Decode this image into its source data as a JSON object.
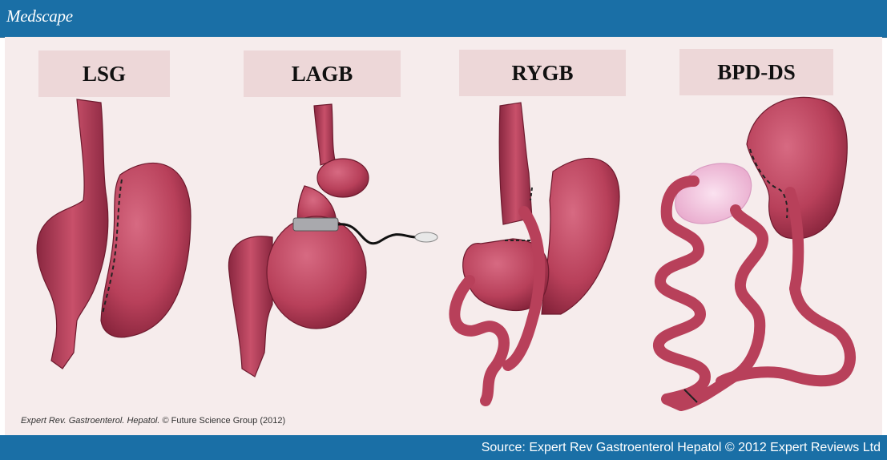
{
  "header": {
    "brand": "Medscape"
  },
  "procedures": [
    {
      "label": "LSG"
    },
    {
      "label": "LAGB"
    },
    {
      "label": "RYGB"
    },
    {
      "label": "BPD-DS"
    }
  ],
  "credit": {
    "journal": "Expert Rev. Gastroenterol. Hepatol.",
    "publisher": "© Future Science Group (2012)"
  },
  "footer": {
    "source": "Source: Expert Rev Gastroenterol Hepatol © 2012 Expert Reviews Ltd"
  },
  "colors": {
    "bar": "#1a6fa6",
    "background": "#f6ecec",
    "label_box": "#edd7d8",
    "tissue": "#b8405a",
    "tissue_dark": "#7e1f36",
    "pancreas": "#f1c2dd"
  }
}
